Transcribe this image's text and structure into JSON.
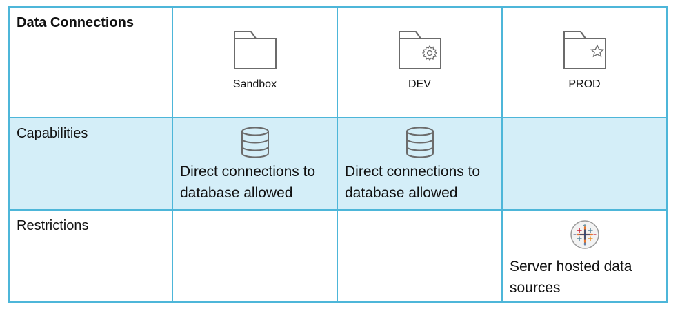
{
  "rows": {
    "header": {
      "label": "Data Connections"
    },
    "capabilities": {
      "label": "Capabilities"
    },
    "restrictions": {
      "label": "Restrictions"
    }
  },
  "environments": [
    {
      "label": "Sandbox",
      "icon": "folder-icon"
    },
    {
      "label": "DEV",
      "icon": "folder-gear-icon"
    },
    {
      "label": "PROD",
      "icon": "folder-star-icon"
    }
  ],
  "capabilities": [
    {
      "text": "Direct connections to database allowed",
      "icon": "database-icon"
    },
    {
      "text": "Direct connections to database allowed",
      "icon": "database-icon"
    },
    {
      "text": ""
    }
  ],
  "restrictions": [
    {
      "text": ""
    },
    {
      "text": ""
    },
    {
      "text": "Server hosted data sources",
      "icon": "tableau-logo-icon"
    }
  ],
  "colors": {
    "border": "#4db6d9",
    "highlight_row": "#d4eef8",
    "icon_stroke": "#6b6b6b"
  }
}
